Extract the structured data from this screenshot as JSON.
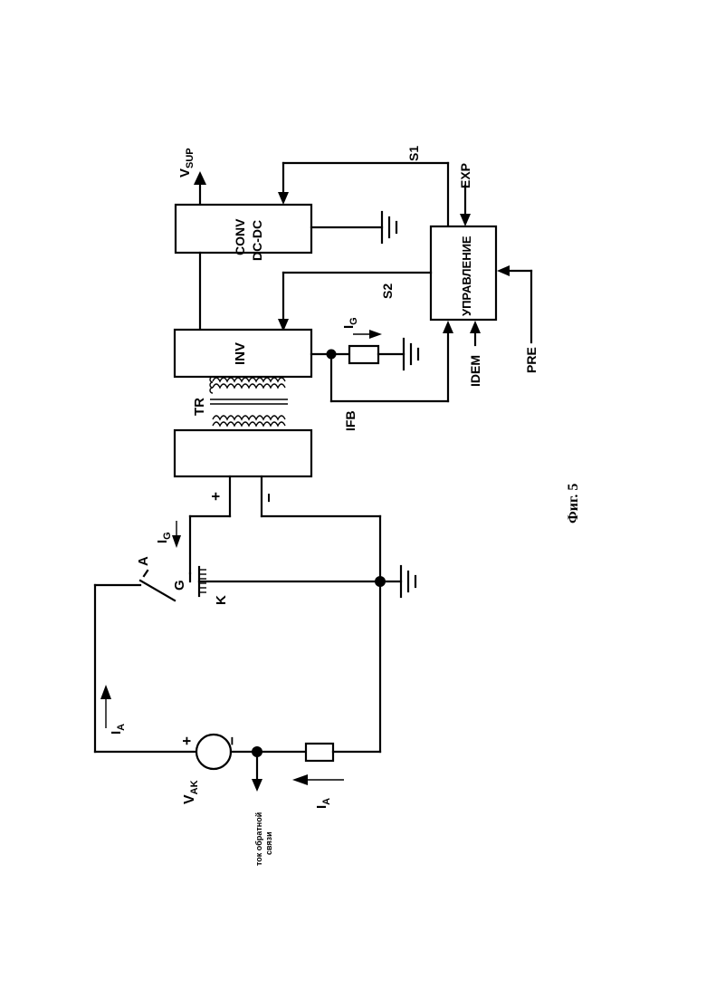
{
  "labels": {
    "vsup_main": "V",
    "vsup_sub": "SUP",
    "s1": "S1",
    "exp": "EXP",
    "conv": "CONV",
    "dcdc": "DC-DC",
    "control": "УПРАВЛЕНИЕ",
    "s2": "S2",
    "ig_top_main": "I",
    "ig_top_sub": "G",
    "inv": "INV",
    "tr": "TR",
    "ifb": "IFB",
    "idem": "IDEM",
    "pre": "PRE",
    "plus_sec": "+",
    "minus_sec": "−",
    "ig_left_main": "I",
    "ig_left_sub": "G",
    "anode": "A",
    "gate": "G",
    "cathode": "K",
    "ia_top_main": "I",
    "ia_top_sub": "A",
    "src_plus": "+",
    "src_minus": "−",
    "vak_main": "V",
    "vak_sub": "AK",
    "ia_bot_main": "I",
    "ia_bot_sub": "A",
    "feedback_line1": "ток обратной",
    "feedback_line2": "связи",
    "figure": "Фиг. 5"
  }
}
